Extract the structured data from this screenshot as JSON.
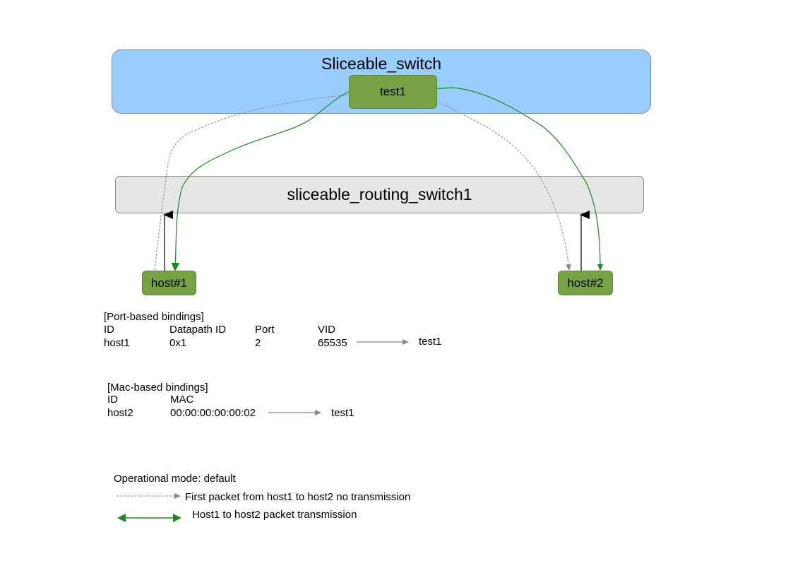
{
  "switch": {
    "title": "Sliceable_switch",
    "slice_label": "test1"
  },
  "router": {
    "title": "sliceable_routing_switch1"
  },
  "hosts": [
    {
      "label": "host#1"
    },
    {
      "label": "host#2"
    }
  ],
  "port_bindings": {
    "heading": "[Port-based bindings]",
    "columns": [
      "ID",
      "Datapath ID",
      "Port",
      "VID"
    ],
    "row": [
      "host1",
      "0x1",
      "2",
      "65535"
    ],
    "target": "test1"
  },
  "mac_bindings": {
    "heading": "[Mac-based bindings]",
    "columns": [
      "ID",
      "MAC"
    ],
    "row": [
      "host2",
      "00:00:00:00:00:02"
    ],
    "target": "test1"
  },
  "legend": {
    "mode": "Operational mode: default",
    "dashed_label": "First packet from host1 to host2 no transmission",
    "solid_label": "Host1 to host2 packet transmission"
  },
  "colors": {
    "switch_fill": "#99ccff",
    "router_fill": "#e6e6e6",
    "host_fill": "#77a244",
    "flow_green": "#1a8a1a",
    "flow_gray": "#888888"
  }
}
